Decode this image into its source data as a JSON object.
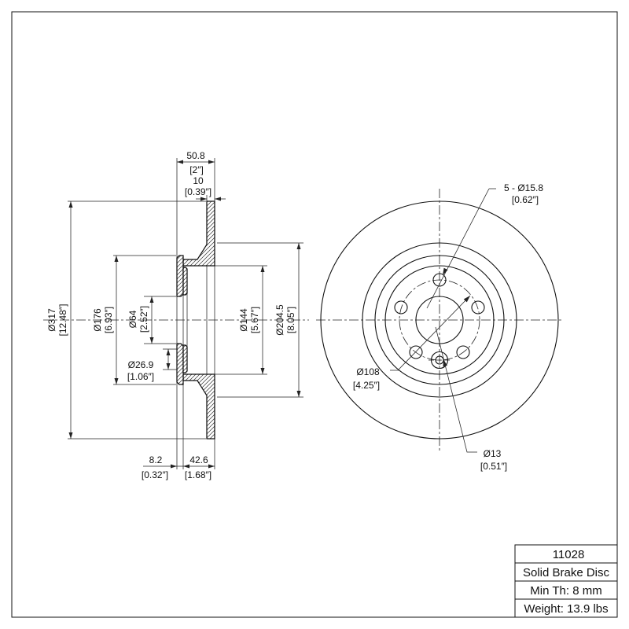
{
  "section": {
    "width_total": {
      "mm": "50.8",
      "inch": "[2″]"
    },
    "disc_thickness": {
      "mm": "10",
      "inch": "[0.39″]"
    },
    "outer_diameter": {
      "mm": "Ø317",
      "inch": "[12.48″]"
    },
    "hat_outer_diameter": {
      "mm": "Ø176",
      "inch": "[6.93″]"
    },
    "center_bore": {
      "mm": "Ø64",
      "inch": "[2.52″]"
    },
    "pilot_diameter": {
      "mm": "Ø26.9",
      "inch": "[1.06″]"
    },
    "hat_inner_diameter": {
      "mm": "Ø144",
      "inch": "[5.67″]"
    },
    "friction_inner_diameter": {
      "mm": "Ø204.5",
      "inch": "[8.05″]"
    },
    "flange_thickness": {
      "mm": "8.2",
      "inch": "[0.32″]"
    },
    "hat_depth": {
      "mm": "42.6",
      "inch": "[1.68″]"
    }
  },
  "front": {
    "bolt_holes": {
      "mm": "5 - Ø15.8",
      "inch": "[0.62″]"
    },
    "bolt_circle": {
      "mm": "Ø108",
      "inch": "[4.25″]"
    },
    "locating_hole": {
      "mm": "Ø13",
      "inch": "[0.51″]"
    }
  },
  "title_block": {
    "part_number": "11028",
    "description": "Solid Brake Disc",
    "min_thickness": "Min Th: 8 mm",
    "weight": "Weight: 13.9 lbs"
  }
}
